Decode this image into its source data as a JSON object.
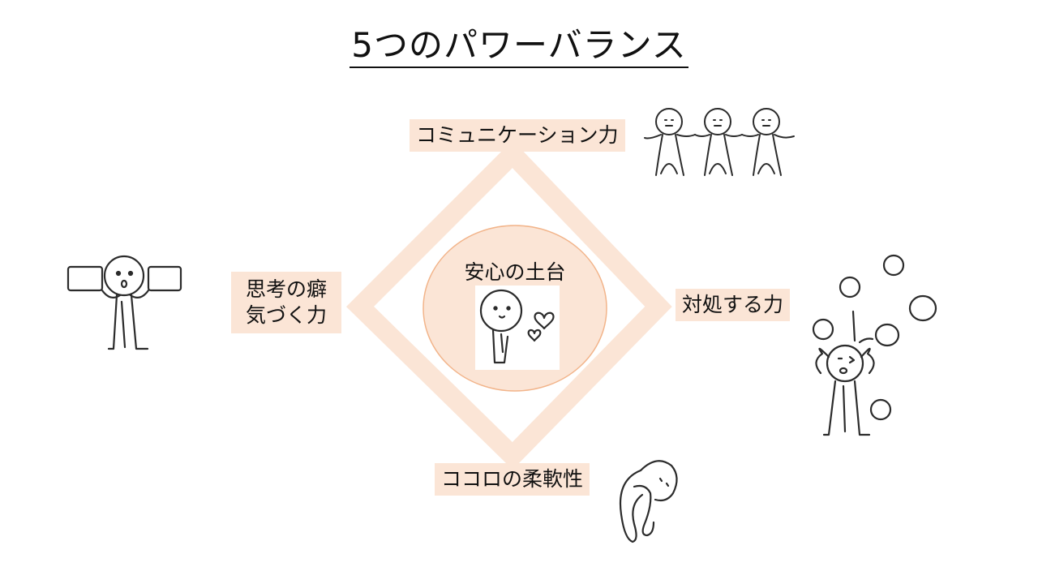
{
  "title": "5つのパワーバランス",
  "nodes": {
    "top": "コミュニケーション力",
    "right": "対処する力",
    "bottom": "ココロの柔軟性",
    "left_line1": "思考の癖",
    "left_line2": "気づく力"
  },
  "center": "安心の土台",
  "colors": {
    "peach": "#fbe5d6",
    "circle_fill": "#fbe5d6",
    "circle_stroke": "#f2b48a",
    "line": "#2b2b2b"
  }
}
